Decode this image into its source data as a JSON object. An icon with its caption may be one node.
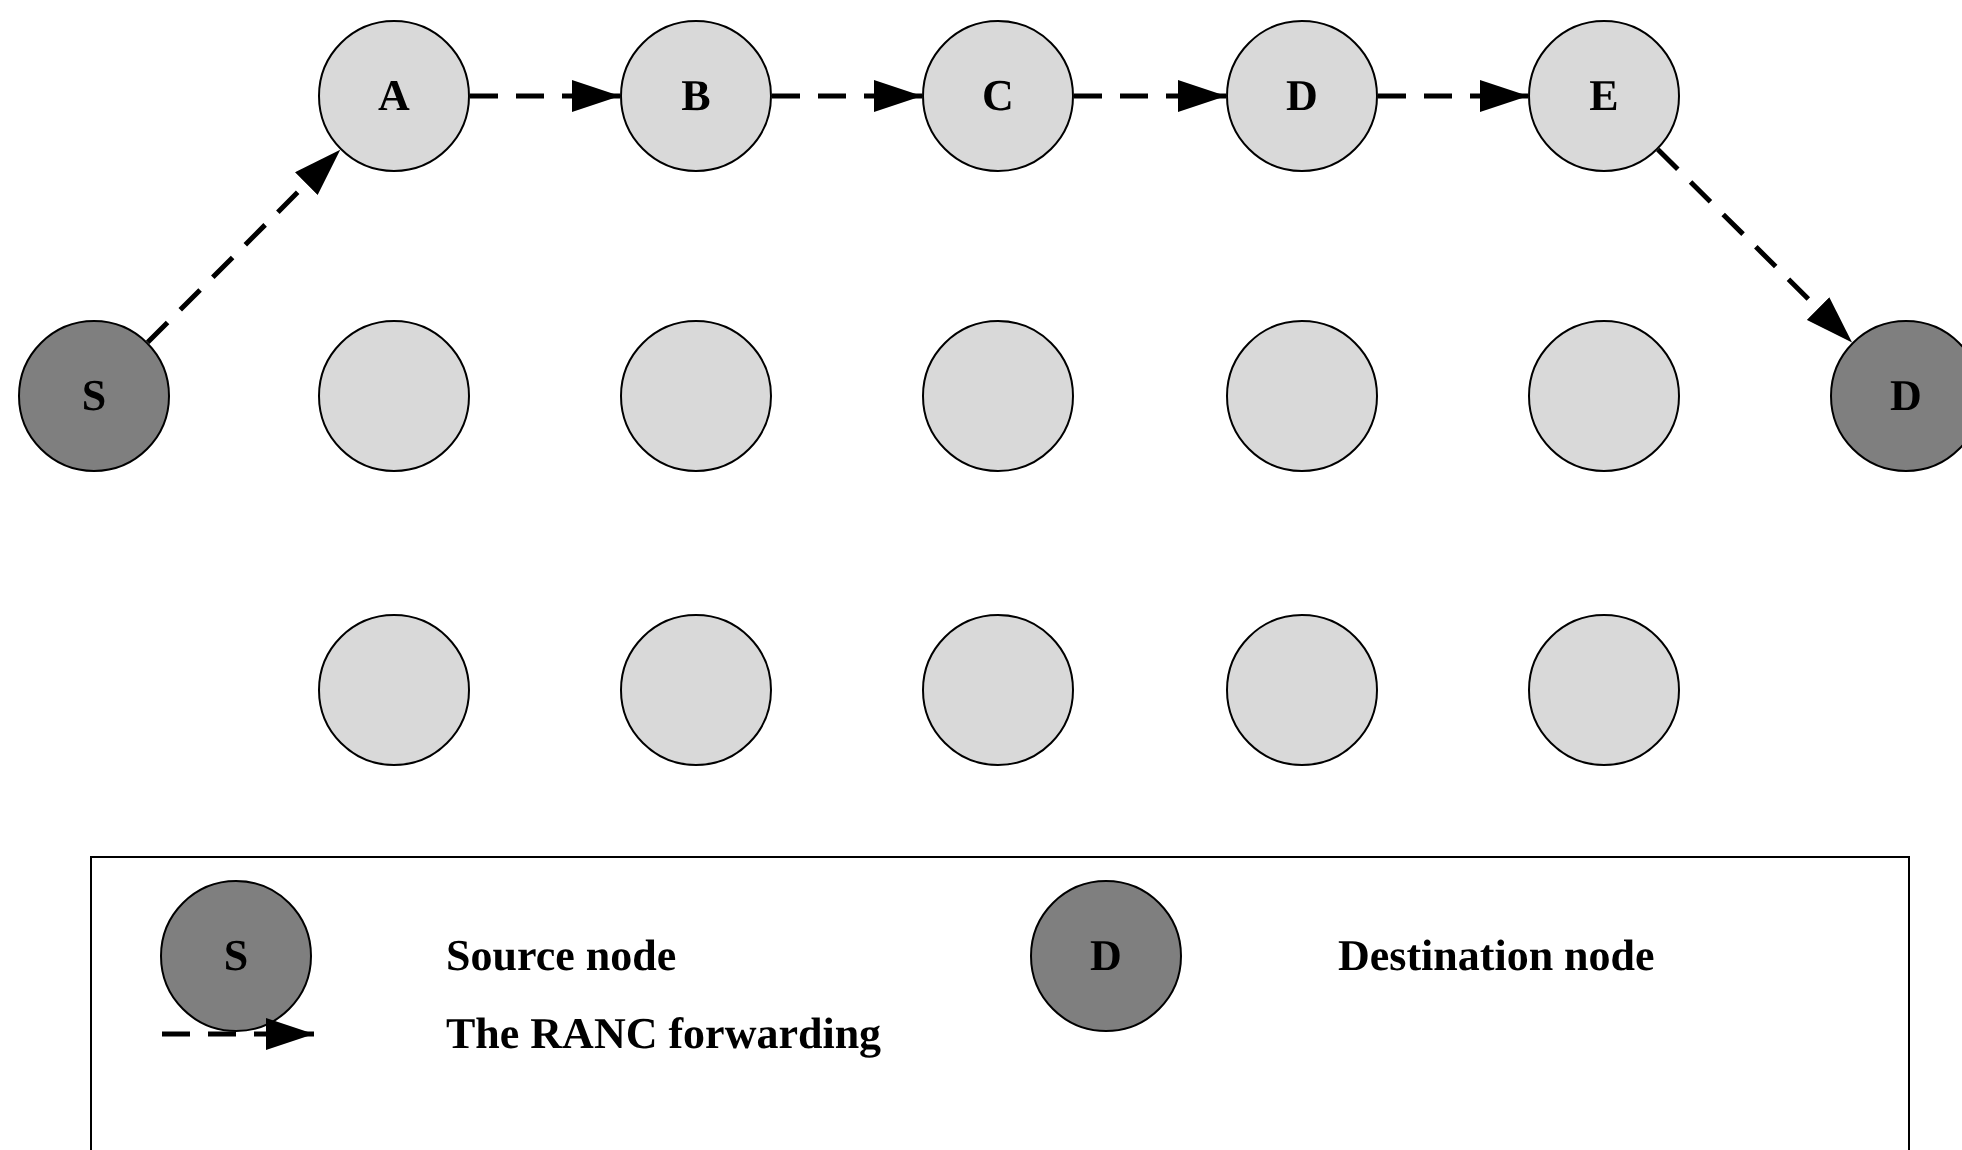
{
  "diagram": {
    "nodes": [
      {
        "text": [
          "A"
        ]
      },
      {
        "text": [
          "B"
        ]
      },
      {
        "text": [
          "C"
        ]
      },
      {
        "text": [
          "D"
        ]
      },
      {
        "text": [
          "E"
        ]
      },
      {
        "text": [
          "S"
        ]
      },
      {
        "text": [],
        "shape": "circle"
      },
      {
        "text": [],
        "shape": "circle"
      },
      {
        "text": [],
        "shape": "circle"
      },
      {
        "text": [],
        "shape": "circle"
      },
      {
        "text": [],
        "shape": "circle"
      },
      {
        "text": [
          "D"
        ]
      },
      {
        "text": [],
        "shape": "circle"
      },
      {
        "text": [],
        "shape": "circle"
      },
      {
        "text": [],
        "shape": "circle"
      },
      {
        "text": [],
        "shape": "circle"
      },
      {
        "text": [],
        "shape": "circle"
      }
    ],
    "edges": [
      {
        "from": 5,
        "to": 0,
        "arrow": "to",
        "style": "dashed"
      },
      {
        "from": 0,
        "to": 1,
        "arrow": "to",
        "style": "dashed"
      },
      {
        "from": 1,
        "to": 2,
        "arrow": "to",
        "style": "dashed"
      },
      {
        "from": 2,
        "to": 3,
        "arrow": "to",
        "style": "dashed"
      },
      {
        "from": 3,
        "to": 4,
        "arrow": "to",
        "style": "dashed"
      },
      {
        "from": 4,
        "to": 11,
        "arrow": "to",
        "style": "dashed"
      }
    ],
    "labels": [
      "S",
      "D"
    ],
    "legend": [
      {
        "text": "Source node"
      },
      {
        "text": "Destination node"
      },
      {
        "text": "The RANC forwarding"
      }
    ]
  }
}
